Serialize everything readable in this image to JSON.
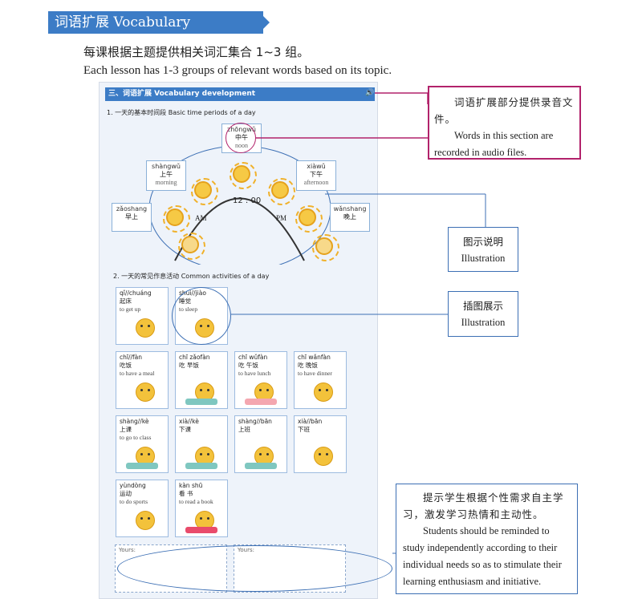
{
  "banner": {
    "title": "词语扩展 Vocabulary development"
  },
  "intro": {
    "zh": "每课根据主题提供相关词汇集合 1~3 组。",
    "en": "Each lesson has 1-3 groups of relevant words based on its topic."
  },
  "textbook": {
    "header": "三、词语扩展  Vocabulary development",
    "section1": "1. 一天的基本时间段    Basic time periods of a day",
    "periods": [
      {
        "pinyin": "zhōngwǔ",
        "hanzi": "中午",
        "english": "noon"
      },
      {
        "pinyin": "shàngwǔ",
        "hanzi": "上午",
        "english": "morning"
      },
      {
        "pinyin": "xiàwǔ",
        "hanzi": "下午",
        "english": "afternoon"
      },
      {
        "pinyin": "zǎoshang",
        "hanzi": "早上",
        "english": ""
      },
      {
        "pinyin": "wǎnshang",
        "hanzi": "晚上",
        "english": ""
      }
    ],
    "clock": "12 : 00",
    "am": "AM",
    "pm": "PM",
    "section2": "2. 一天的常见作息活动    Common activities of a day",
    "activities": [
      {
        "pinyin": "qǐ//chuáng",
        "hanzi": "起床",
        "english": "to get up"
      },
      {
        "pinyin": "shuì//jiào",
        "hanzi": "睡觉",
        "english": "to sleep"
      },
      {
        "pinyin": "chī//fàn",
        "hanzi": "吃饭",
        "english": "to have a meal"
      },
      {
        "pinyin": "chī zǎofàn",
        "hanzi": "吃  早饭",
        "english": ""
      },
      {
        "pinyin": "chī wǔfàn",
        "hanzi": "吃  午饭",
        "english": "to have lunch"
      },
      {
        "pinyin": "chī wǎnfàn",
        "hanzi": "吃  晚饭",
        "english": "to have dinner"
      },
      {
        "pinyin": "shàng//kè",
        "hanzi": "上课",
        "english": "to go to class"
      },
      {
        "pinyin": "xià//kè",
        "hanzi": "下课",
        "english": ""
      },
      {
        "pinyin": "shàng//bān",
        "hanzi": "上班",
        "english": ""
      },
      {
        "pinyin": "xià//bān",
        "hanzi": "下班",
        "english": ""
      },
      {
        "pinyin": "yùndòng",
        "hanzi": "运动",
        "english": "to do sports"
      },
      {
        "pinyin": "kàn shū",
        "hanzi": "看  书",
        "english": "to read a book"
      }
    ],
    "yours": [
      "Yours:",
      "Yours:"
    ]
  },
  "callouts": {
    "audio": {
      "zh": "词语扩展部分提供录音文件。",
      "en": "Words in this section are recorded in audio files."
    },
    "illustration1": {
      "zh": "图示说明",
      "en": "Illustration"
    },
    "illustration2": {
      "zh": "插图展示",
      "en": "Illustration"
    },
    "self_study": {
      "zh": "提示学生根据个性需求自主学习，激发学习热情和主动性。",
      "en": "Students should be reminded to study independently according to their individual needs so as to stimulate their learning enthusiasm and initiative."
    }
  },
  "colors": {
    "banner": "#3c7cc6",
    "callout_audio": "#b2226b",
    "callout": "#3c6fb4"
  }
}
